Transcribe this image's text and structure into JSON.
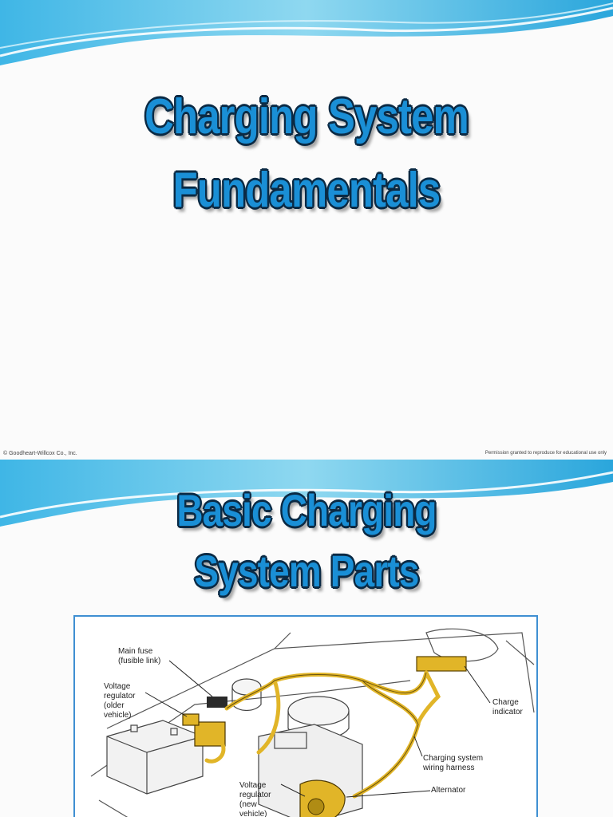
{
  "slide1": {
    "title_line1": "Charging System",
    "title_line2": "Fundamentals",
    "footer_left": "© Goodheart-Willcox Co., Inc.",
    "footer_right": "Permission granted to reproduce for educational use only"
  },
  "slide2": {
    "title_line1": "Basic Charging",
    "title_line2": "System Parts",
    "diagram_labels": {
      "main_fuse": "Main fuse\n(fusible link)",
      "regulator_old": "Voltage\nregulator\n(older\nvehicle)",
      "charge_indicator": "Charge\nindicator",
      "harness": "Charging system\nwiring harness",
      "regulator_new": "Voltage\nregulator\n(new\nvehicle)",
      "alternator": "Alternator"
    }
  },
  "colors": {
    "title_fill": "#1a8fd6",
    "title_outline": "#0b2a44",
    "wave": "#5ec4e8",
    "harness": "#e1b528"
  }
}
